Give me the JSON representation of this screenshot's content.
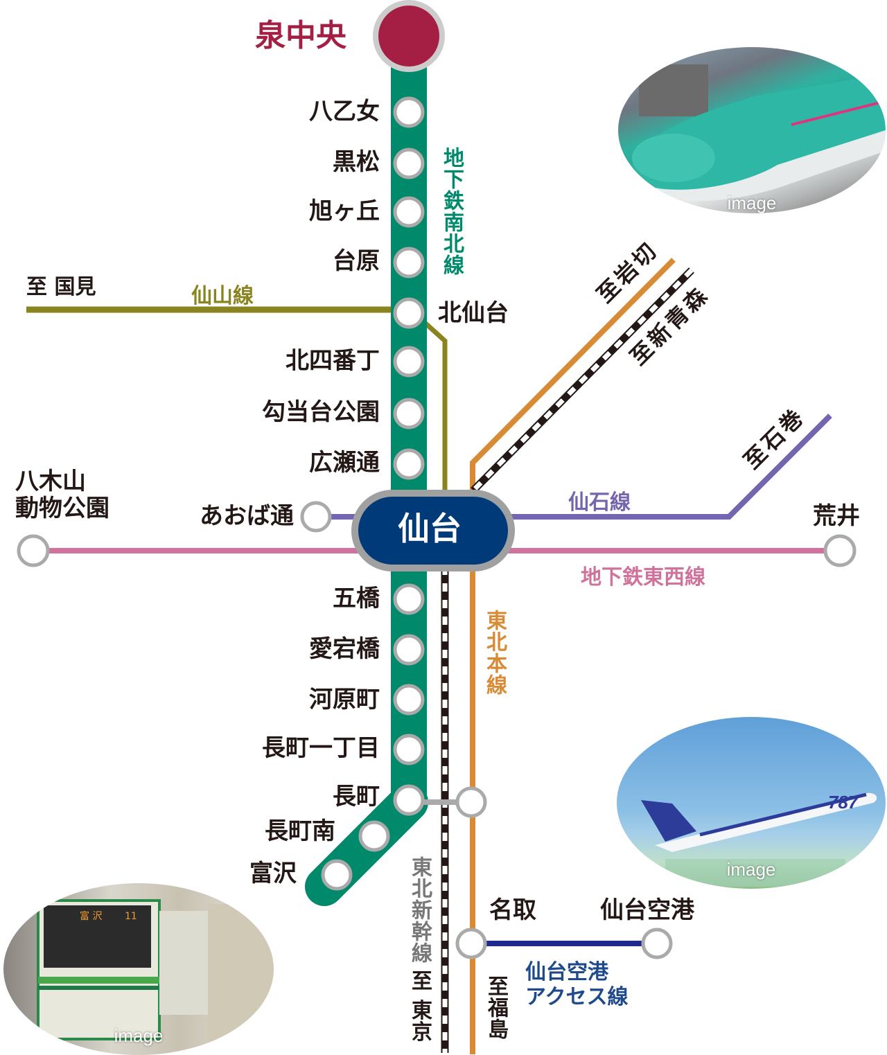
{
  "colors": {
    "namboku": "#00896a",
    "tozai": "#d0739c",
    "senzan": "#8a8420",
    "senseki": "#7565b0",
    "tohoku_main": "#d98a34",
    "airport_access": "#1e2a8c",
    "shinkansen": "#231815",
    "terminal": "#a41f43",
    "sendai_hub": "#003a78",
    "station_ring": "#aaaaaa"
  },
  "terminal": {
    "name": "泉中央"
  },
  "hub": {
    "name": "仙台"
  },
  "lines": {
    "namboku": "地下鉄南北線",
    "tozai": "地下鉄東西線",
    "senzan": "仙山線",
    "senseki": "仙石線",
    "tohoku_main": "東北本線",
    "shinkansen": "東北新幹線",
    "airport_access_1": "仙台空港",
    "airport_access_2": "アクセス線"
  },
  "namboku_north": [
    {
      "name": "八乙女"
    },
    {
      "name": "黒松"
    },
    {
      "name": "旭ヶ丘"
    },
    {
      "name": "台原"
    },
    {
      "name": "北仙台"
    },
    {
      "name": "北四番丁"
    },
    {
      "name": "勾当台公園"
    },
    {
      "name": "広瀬通"
    }
  ],
  "namboku_south": [
    {
      "name": "五橋"
    },
    {
      "name": "愛宕橋"
    },
    {
      "name": "河原町"
    },
    {
      "name": "長町一丁目"
    },
    {
      "name": "長町"
    },
    {
      "name": "長町南"
    },
    {
      "name": "富沢"
    }
  ],
  "tozai_stations": {
    "west": "八木山\n動物公園",
    "west_line1": "八木山",
    "west_line2": "動物公園",
    "aoba": "あおば通",
    "east": "荒井"
  },
  "airport_stations": {
    "natori": "名取",
    "airport": "仙台空港"
  },
  "directions": {
    "kunimi": "至 国見",
    "iwakiri": "至岩切",
    "shin_aomori": "至新青森",
    "ishinomaki": "至石巻",
    "tokyo": "至 東京",
    "fukushima": "至福島"
  },
  "photos": {
    "shinkansen": {
      "caption": "image"
    },
    "airplane": {
      "caption": "image"
    },
    "subway": {
      "caption": "image"
    }
  }
}
